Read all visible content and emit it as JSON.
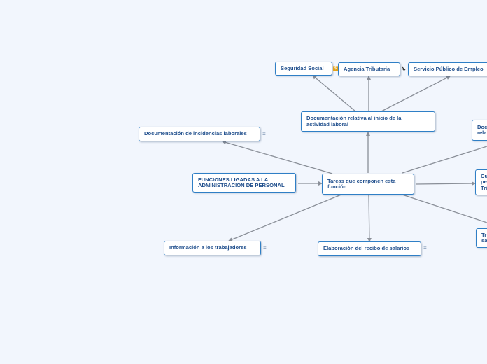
{
  "mindmap": {
    "center": "Tareas que componen esta\nfunción",
    "root": "FUNCIONES LIGADAS A LA\nADMINISTRACION DE PERSONAL",
    "topics": {
      "doc_inicio": "Documentación relativa al inicio de la\nactividad laboral",
      "seguridad_social": "Seguridad Social",
      "agencia_tributaria": "Agencia Tributaria",
      "servicio_empleo": "Servicio Público de Empleo",
      "incidencias": "Documentación de incidencias laborales",
      "informacion": "Información a los trabajadores",
      "recibo_salarios": "Elaboración del recibo de salarios",
      "right_top": "Doc\nrela",
      "right_mid": "Cu\npe\nTri",
      "right_bottom": "Tr\nsa"
    },
    "icons": {
      "note_icon": "≡",
      "badge_icon": "$"
    }
  },
  "colors": {
    "background": "#f2f6fd",
    "node_border": "#2f7fc6",
    "node_text": "#1f4e8c",
    "connector": "#8a8f98",
    "badge": "#e3a21a"
  }
}
